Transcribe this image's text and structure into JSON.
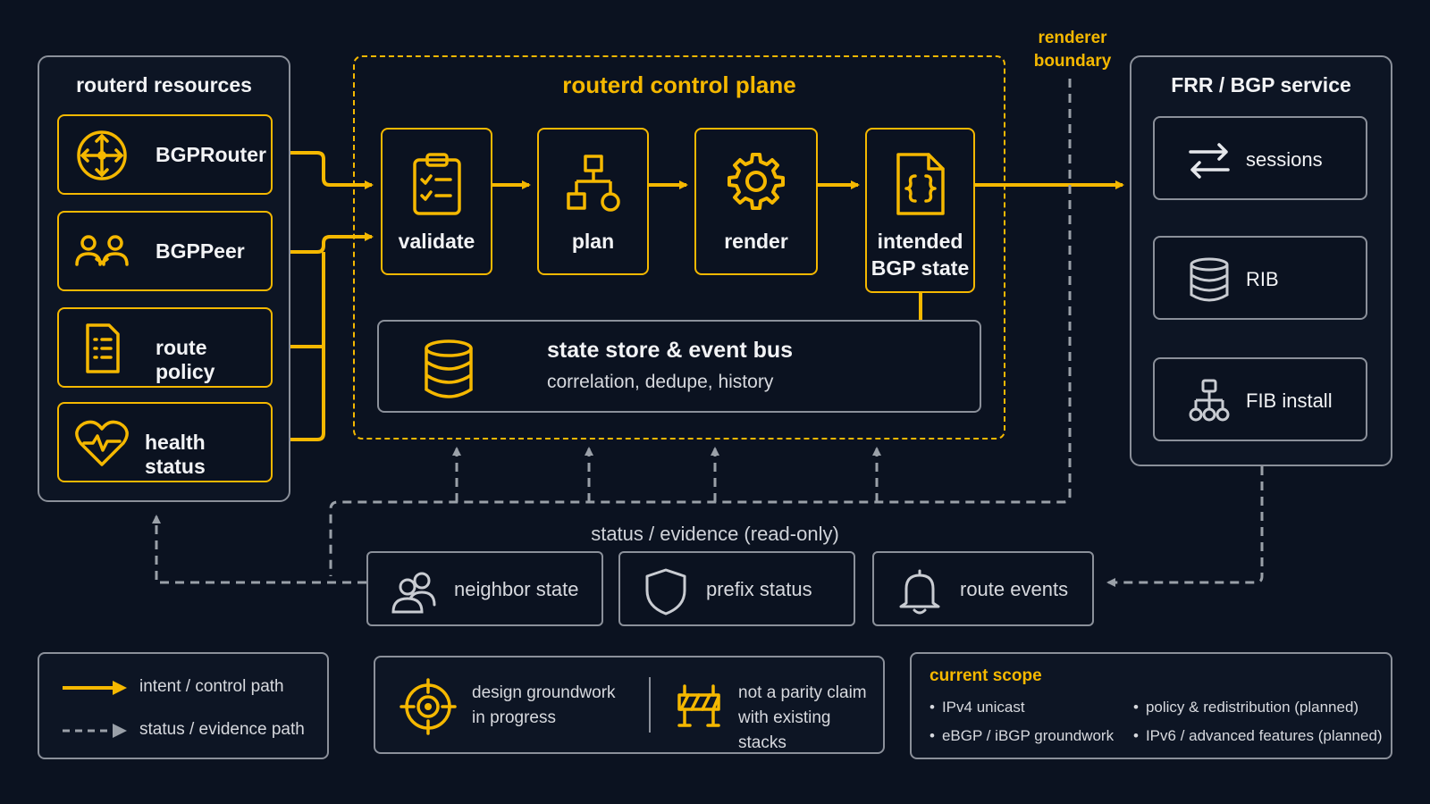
{
  "resources": {
    "title": "routerd resources",
    "items": [
      {
        "label": "BGPRouter",
        "icon": "crosshair-router-icon"
      },
      {
        "label": "BGPPeer",
        "icon": "peers-icon"
      },
      {
        "label": "route policy",
        "icon": "document-list-icon"
      },
      {
        "label": "health status",
        "icon": "heart-pulse-icon"
      }
    ]
  },
  "control_plane": {
    "title": "routerd control plane",
    "stages": [
      {
        "label": "validate",
        "icon": "clipboard-check-icon"
      },
      {
        "label": "plan",
        "icon": "flow-chart-icon"
      },
      {
        "label": "render",
        "icon": "gear-icon"
      },
      {
        "label": "intended",
        "label2": "BGP state",
        "icon": "code-file-icon"
      }
    ],
    "store": {
      "title": "state store & event bus",
      "subtitle": "correlation, dedupe, history",
      "icon": "database-icon"
    }
  },
  "boundary": {
    "line1": "renderer",
    "line2": "boundary"
  },
  "frr": {
    "title": "FRR / BGP service",
    "items": [
      {
        "label": "sessions",
        "icon": "swap-arrows-icon"
      },
      {
        "label": "RIB",
        "icon": "database-icon"
      },
      {
        "label": "FIB install",
        "icon": "network-tree-icon"
      }
    ]
  },
  "status": {
    "label": "status / evidence (read-only)",
    "items": [
      {
        "label": "neighbor state",
        "icon": "users-icon"
      },
      {
        "label": "prefix status",
        "icon": "shield-icon"
      },
      {
        "label": "route events",
        "icon": "bell-icon"
      }
    ]
  },
  "legend": {
    "intent": "intent / control path",
    "status": "status / evidence path"
  },
  "notes": {
    "groundwork_line1": "design groundwork",
    "groundwork_line2": "in progress",
    "parity_line1": "not a parity claim",
    "parity_line2": "with existing stacks"
  },
  "scope": {
    "title": "current scope",
    "left": [
      "IPv4 unicast",
      "eBGP / iBGP groundwork"
    ],
    "right": [
      "policy & redistribution (planned)",
      "IPv6 / advanced features (planned)"
    ]
  },
  "colors": {
    "background": "#0b1220",
    "accent": "#f5b800",
    "gray_line": "#8b909a",
    "text": "#f2f3f5"
  }
}
